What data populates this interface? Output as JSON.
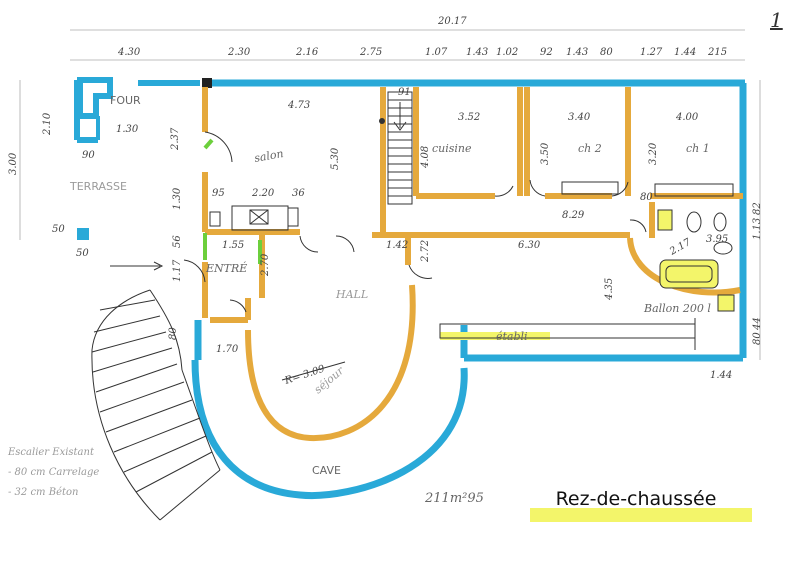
{
  "title": "Rez-de-chaussée",
  "area": "211m²95",
  "page_number": "1",
  "colors": {
    "exterior_wall": "#29a9d8",
    "interior_wall": "#e5a93c",
    "fixture": "#f3f56a",
    "accent_green": "#6ccf3c",
    "line": "#333333"
  },
  "rooms": {
    "salon": "salon",
    "cuisine": "cuisine",
    "ch2": "ch 2",
    "ch1": "ch 1",
    "hall": "HALL",
    "entree": "ENTRÉ",
    "cave": "CAVE",
    "four": "FOUR",
    "terrasse": "TERRASSE",
    "sejour": "séjour",
    "etabli": "établi",
    "ballon": "Ballon 200 l"
  },
  "dimensions": {
    "overall_width": "20.17",
    "top": [
      "4.30",
      "2.30",
      "2.16",
      "2.75",
      "1.07",
      "1.43",
      "1.02",
      "92",
      "1.43",
      "80",
      "1.27",
      "1.44",
      "215"
    ],
    "left": [
      "2.10",
      "3.00",
      "1.30",
      "2.37",
      "1.30",
      "56",
      "1.17"
    ],
    "salon": [
      "4.73",
      "5.30",
      "95",
      "2.20",
      "36"
    ],
    "cuisine": [
      "3.52",
      "4.08"
    ],
    "ch2": [
      "3.40",
      "3.50"
    ],
    "ch1": [
      "4.00",
      "3.20"
    ],
    "corridor": [
      "8.29",
      "6.30",
      "1.42",
      "1.55"
    ],
    "misc": [
      "91",
      "90",
      "50",
      "50",
      "2.70",
      "80",
      "1.70",
      "2.72",
      "4.35",
      "3.95",
      "2.17",
      "80",
      "82",
      "1.13",
      "80",
      "44",
      "1.44",
      "R= 3.09"
    ]
  },
  "notes": [
    "Escalier Existant",
    "- 80 cm Carrelage",
    "- 32 cm Béton"
  ]
}
